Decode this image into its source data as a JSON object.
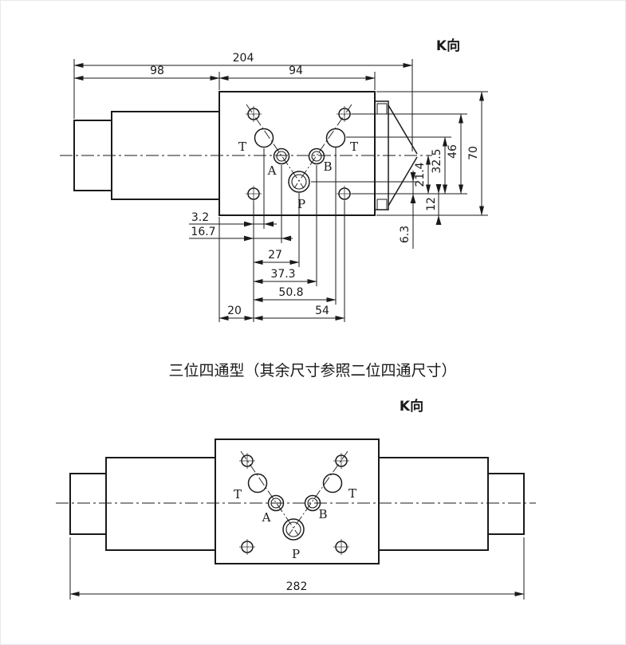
{
  "drawing": {
    "ink": "#1a1a1a",
    "caption": "三位四通型（其余尺寸参照二位四通尺寸）",
    "top_view": {
      "k_label": "K向",
      "dims": {
        "overall_length": "204",
        "solenoid_length": "98",
        "body_length": "94",
        "offset_3_2": "3.2",
        "offset_16_7": "16.7",
        "offset_27": "27",
        "offset_37_3": "37.3",
        "offset_50_8": "50.8",
        "edge_20": "20",
        "span_54": "54",
        "offset_6_3": "6.3",
        "height_12": "12",
        "height_21_4": "21.4",
        "height_32_5": "32.5",
        "height_46": "46",
        "height_70": "70"
      },
      "ports": {
        "t_left": "T",
        "t_right": "T",
        "a": "A",
        "b": "B",
        "p": "P"
      }
    },
    "bottom_view": {
      "k_label": "K向",
      "dims": {
        "overall_length": "282"
      },
      "ports": {
        "t_left": "T",
        "t_right": "T",
        "a": "A",
        "b": "B",
        "p": "P"
      }
    }
  }
}
